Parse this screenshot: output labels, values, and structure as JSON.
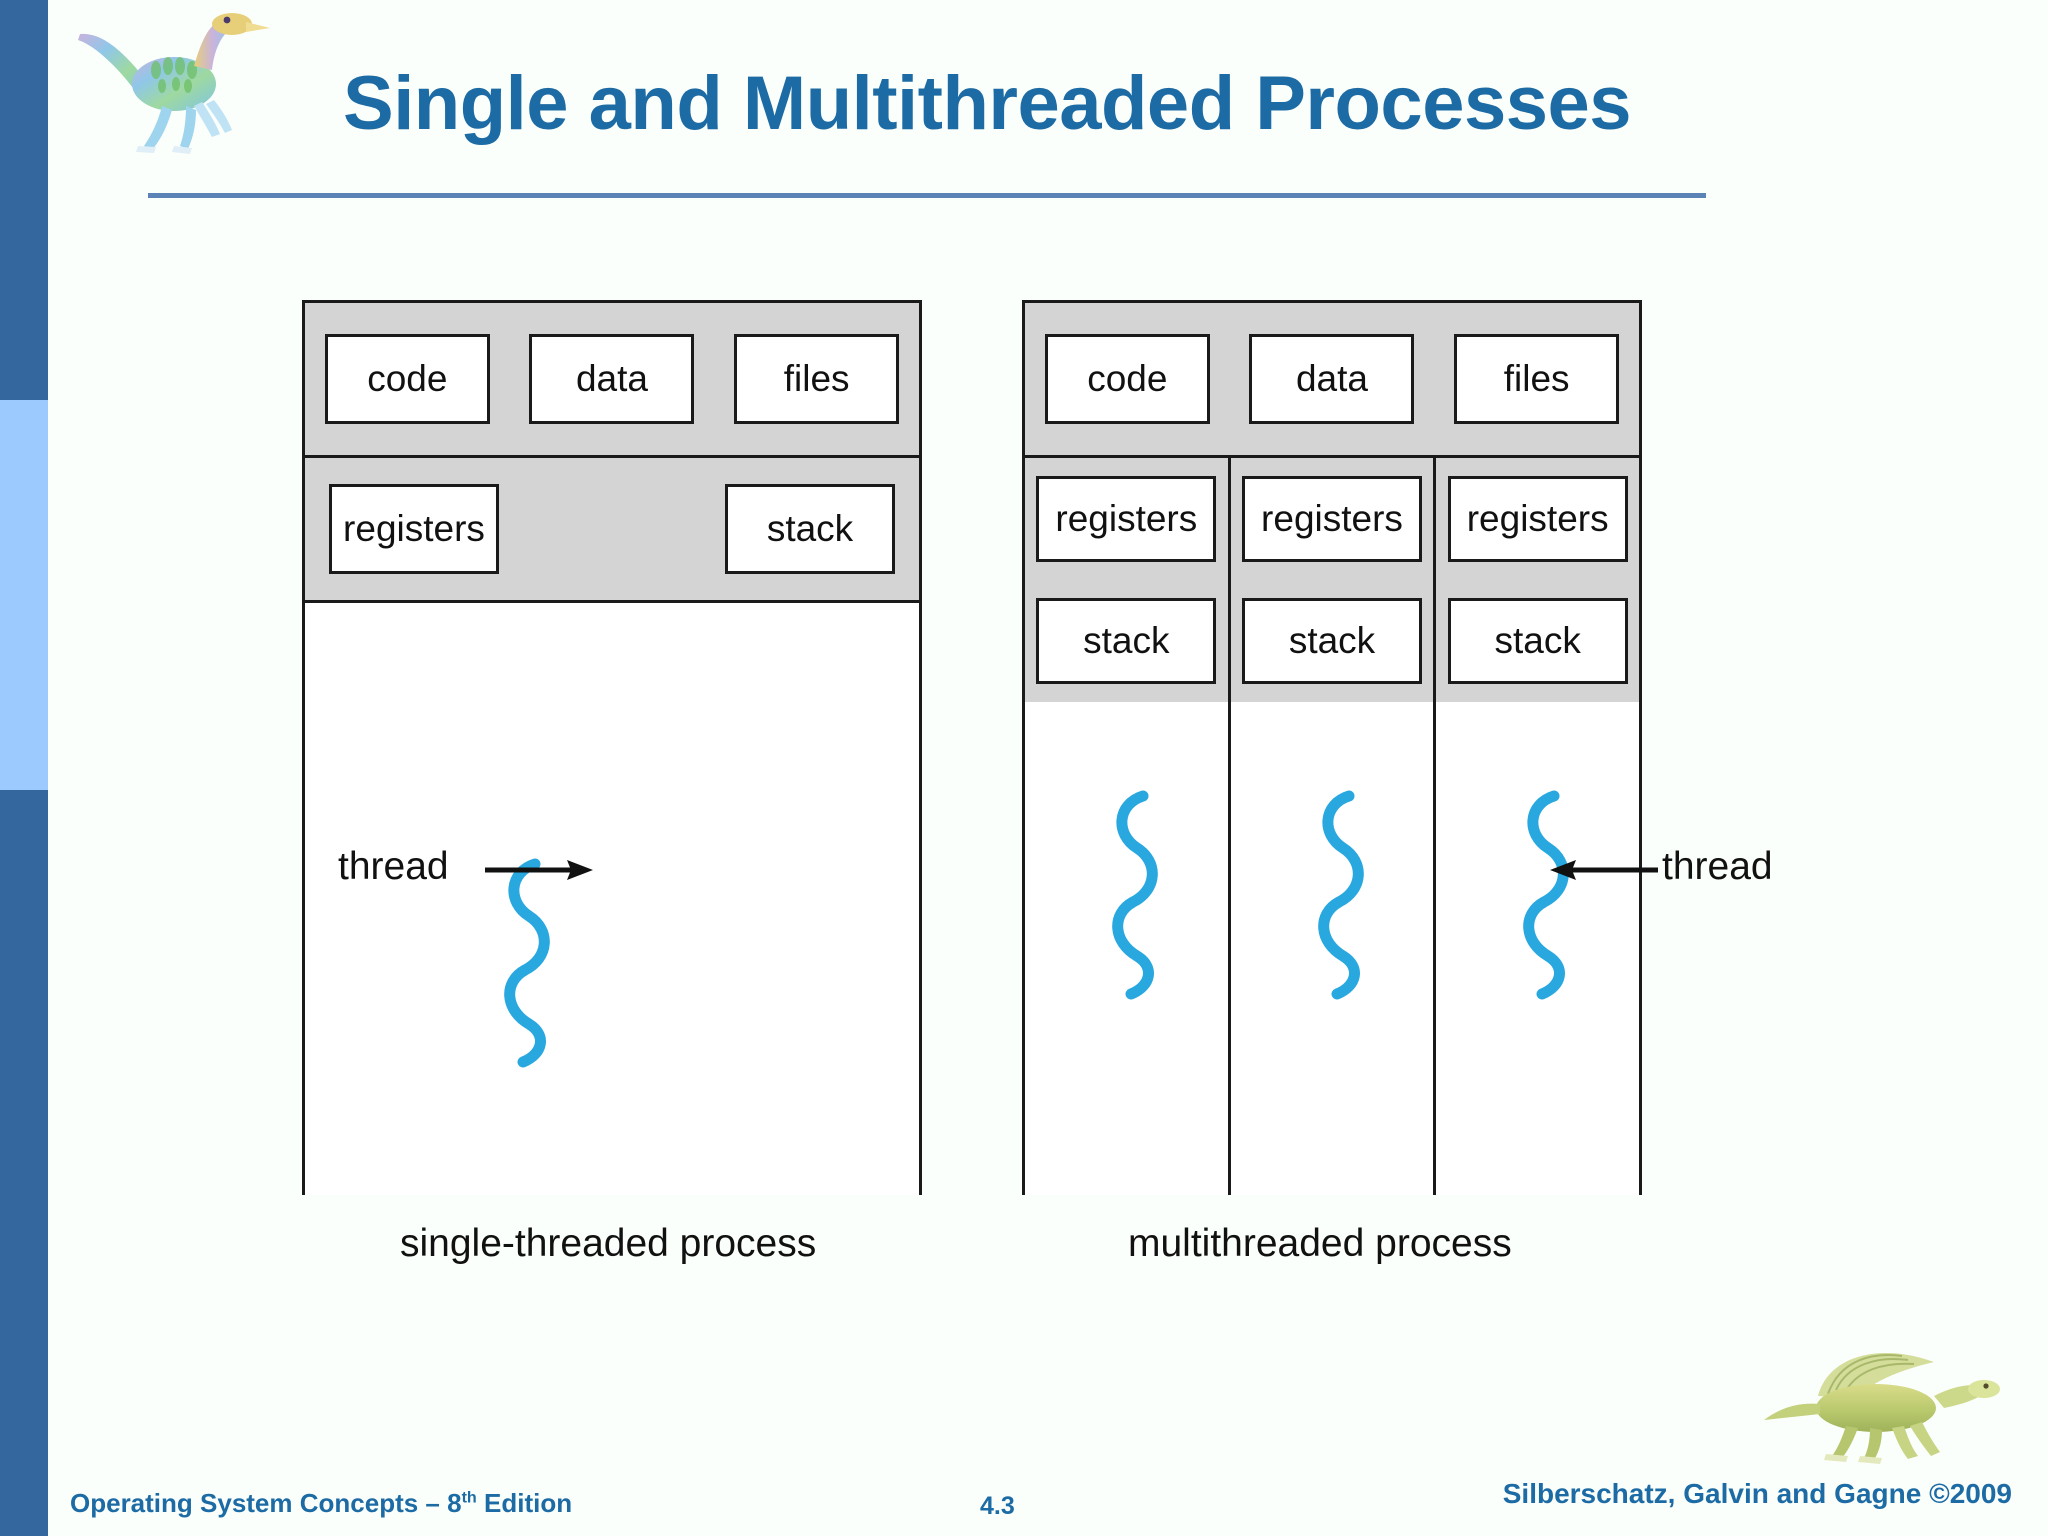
{
  "slide": {
    "title": "Single and Multithreaded Processes",
    "accent_dark": "#35679F",
    "accent_light": "#9CCAFF",
    "title_color": "#1D6BA5",
    "thread_color": "#29A8E0"
  },
  "diagram": {
    "single_process": {
      "caption": "single-threaded process",
      "shared_row": [
        "code",
        "data",
        "files"
      ],
      "thread_row": [
        "registers",
        "stack"
      ],
      "thread_label": "thread"
    },
    "multi_process": {
      "caption": "multithreaded process",
      "shared_row": [
        "code",
        "data",
        "files"
      ],
      "registers_row": [
        "registers",
        "registers",
        "registers"
      ],
      "stack_row": [
        "stack",
        "stack",
        "stack"
      ],
      "thread_label": "thread"
    }
  },
  "footer": {
    "left_text": "Operating System Concepts – 8",
    "left_sup": "th",
    "left_suffix": " Edition",
    "page_number": "4.3",
    "right_text": "Silberschatz, Galvin and Gagne ©2009"
  }
}
